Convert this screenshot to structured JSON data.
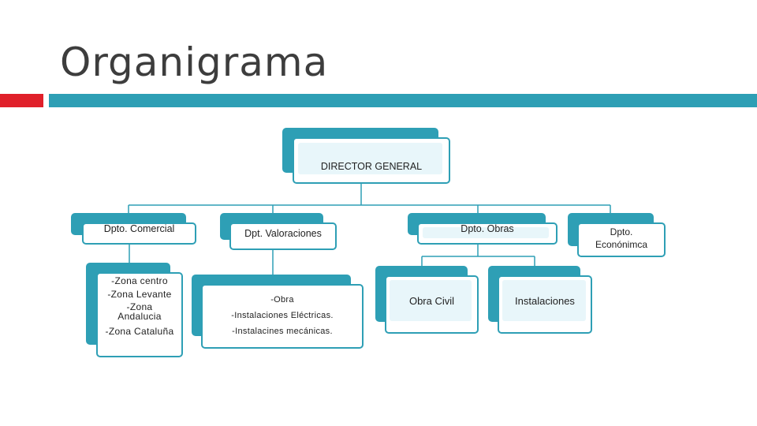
{
  "title": "Organigrama",
  "colors": {
    "accent_red": "#e0202a",
    "accent_teal": "#2e9fb5"
  },
  "director": "DIRECTOR GENERAL",
  "departments": {
    "comercial": {
      "label": "Dpto. Comercial",
      "items": [
        "-Zona centro",
        "-Zona Levante",
        "-Zona Andalucia",
        "-Zona Cataluña"
      ]
    },
    "valoraciones": {
      "label": "Dpt. Valoraciones",
      "items": [
        "-Obra",
        "-Instalaciones Eléctricas.",
        "-Instalacines mecánicas."
      ]
    },
    "obras": {
      "label": "Dpto. Obras",
      "children": [
        "Obra Civil",
        "Instalaciones"
      ]
    },
    "economica": {
      "label": "Dpto. Econónimca"
    }
  }
}
